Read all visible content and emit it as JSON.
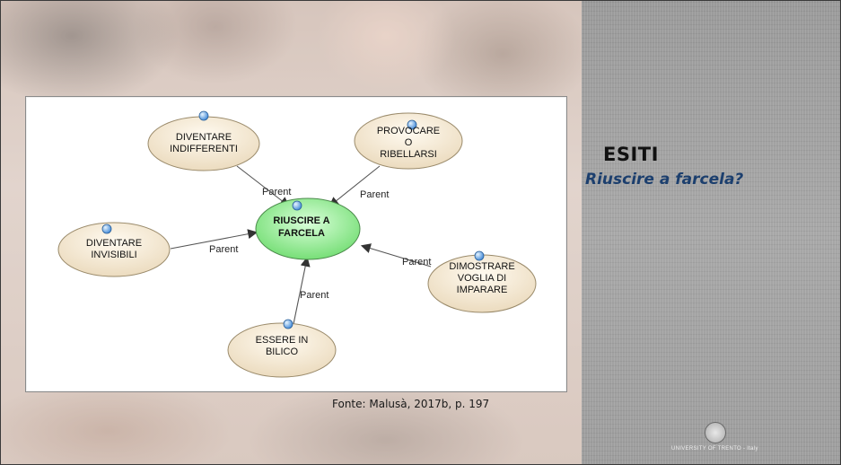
{
  "panel": {
    "title": "ESITI",
    "subtitle": "Riuscire a farcela?",
    "university": "UNIVERSITY OF TRENTO - Italy"
  },
  "diagram": {
    "center": {
      "line1": "RIUSCIRE A",
      "line2": "FARCELA"
    },
    "nodes": [
      {
        "id": "indifferenti",
        "line1": "DIVENTARE",
        "line2": "INDIFFERENTI",
        "line3": ""
      },
      {
        "id": "ribellarsi",
        "line1": "PROVOCARE",
        "line2": "O",
        "line3": "RIBELLARSI"
      },
      {
        "id": "invisibili",
        "line1": "DIVENTARE",
        "line2": "INVISIBILI",
        "line3": ""
      },
      {
        "id": "imparare",
        "line1": "DIMOSTRARE",
        "line2": "VOGLIA DI",
        "line3": "IMPARARE"
      },
      {
        "id": "bilico",
        "line1": "ESSERE IN",
        "line2": "BILICO",
        "line3": ""
      }
    ],
    "edge_label": "Parent"
  },
  "caption": "Fonte: Malusà, 2017b, p. 197",
  "colors": {
    "center_fill": "#9bef9b",
    "node_fill": "#f6ecd6",
    "panel_subtitle": "#1c3f6e",
    "bullet": "#5aa0e6"
  }
}
